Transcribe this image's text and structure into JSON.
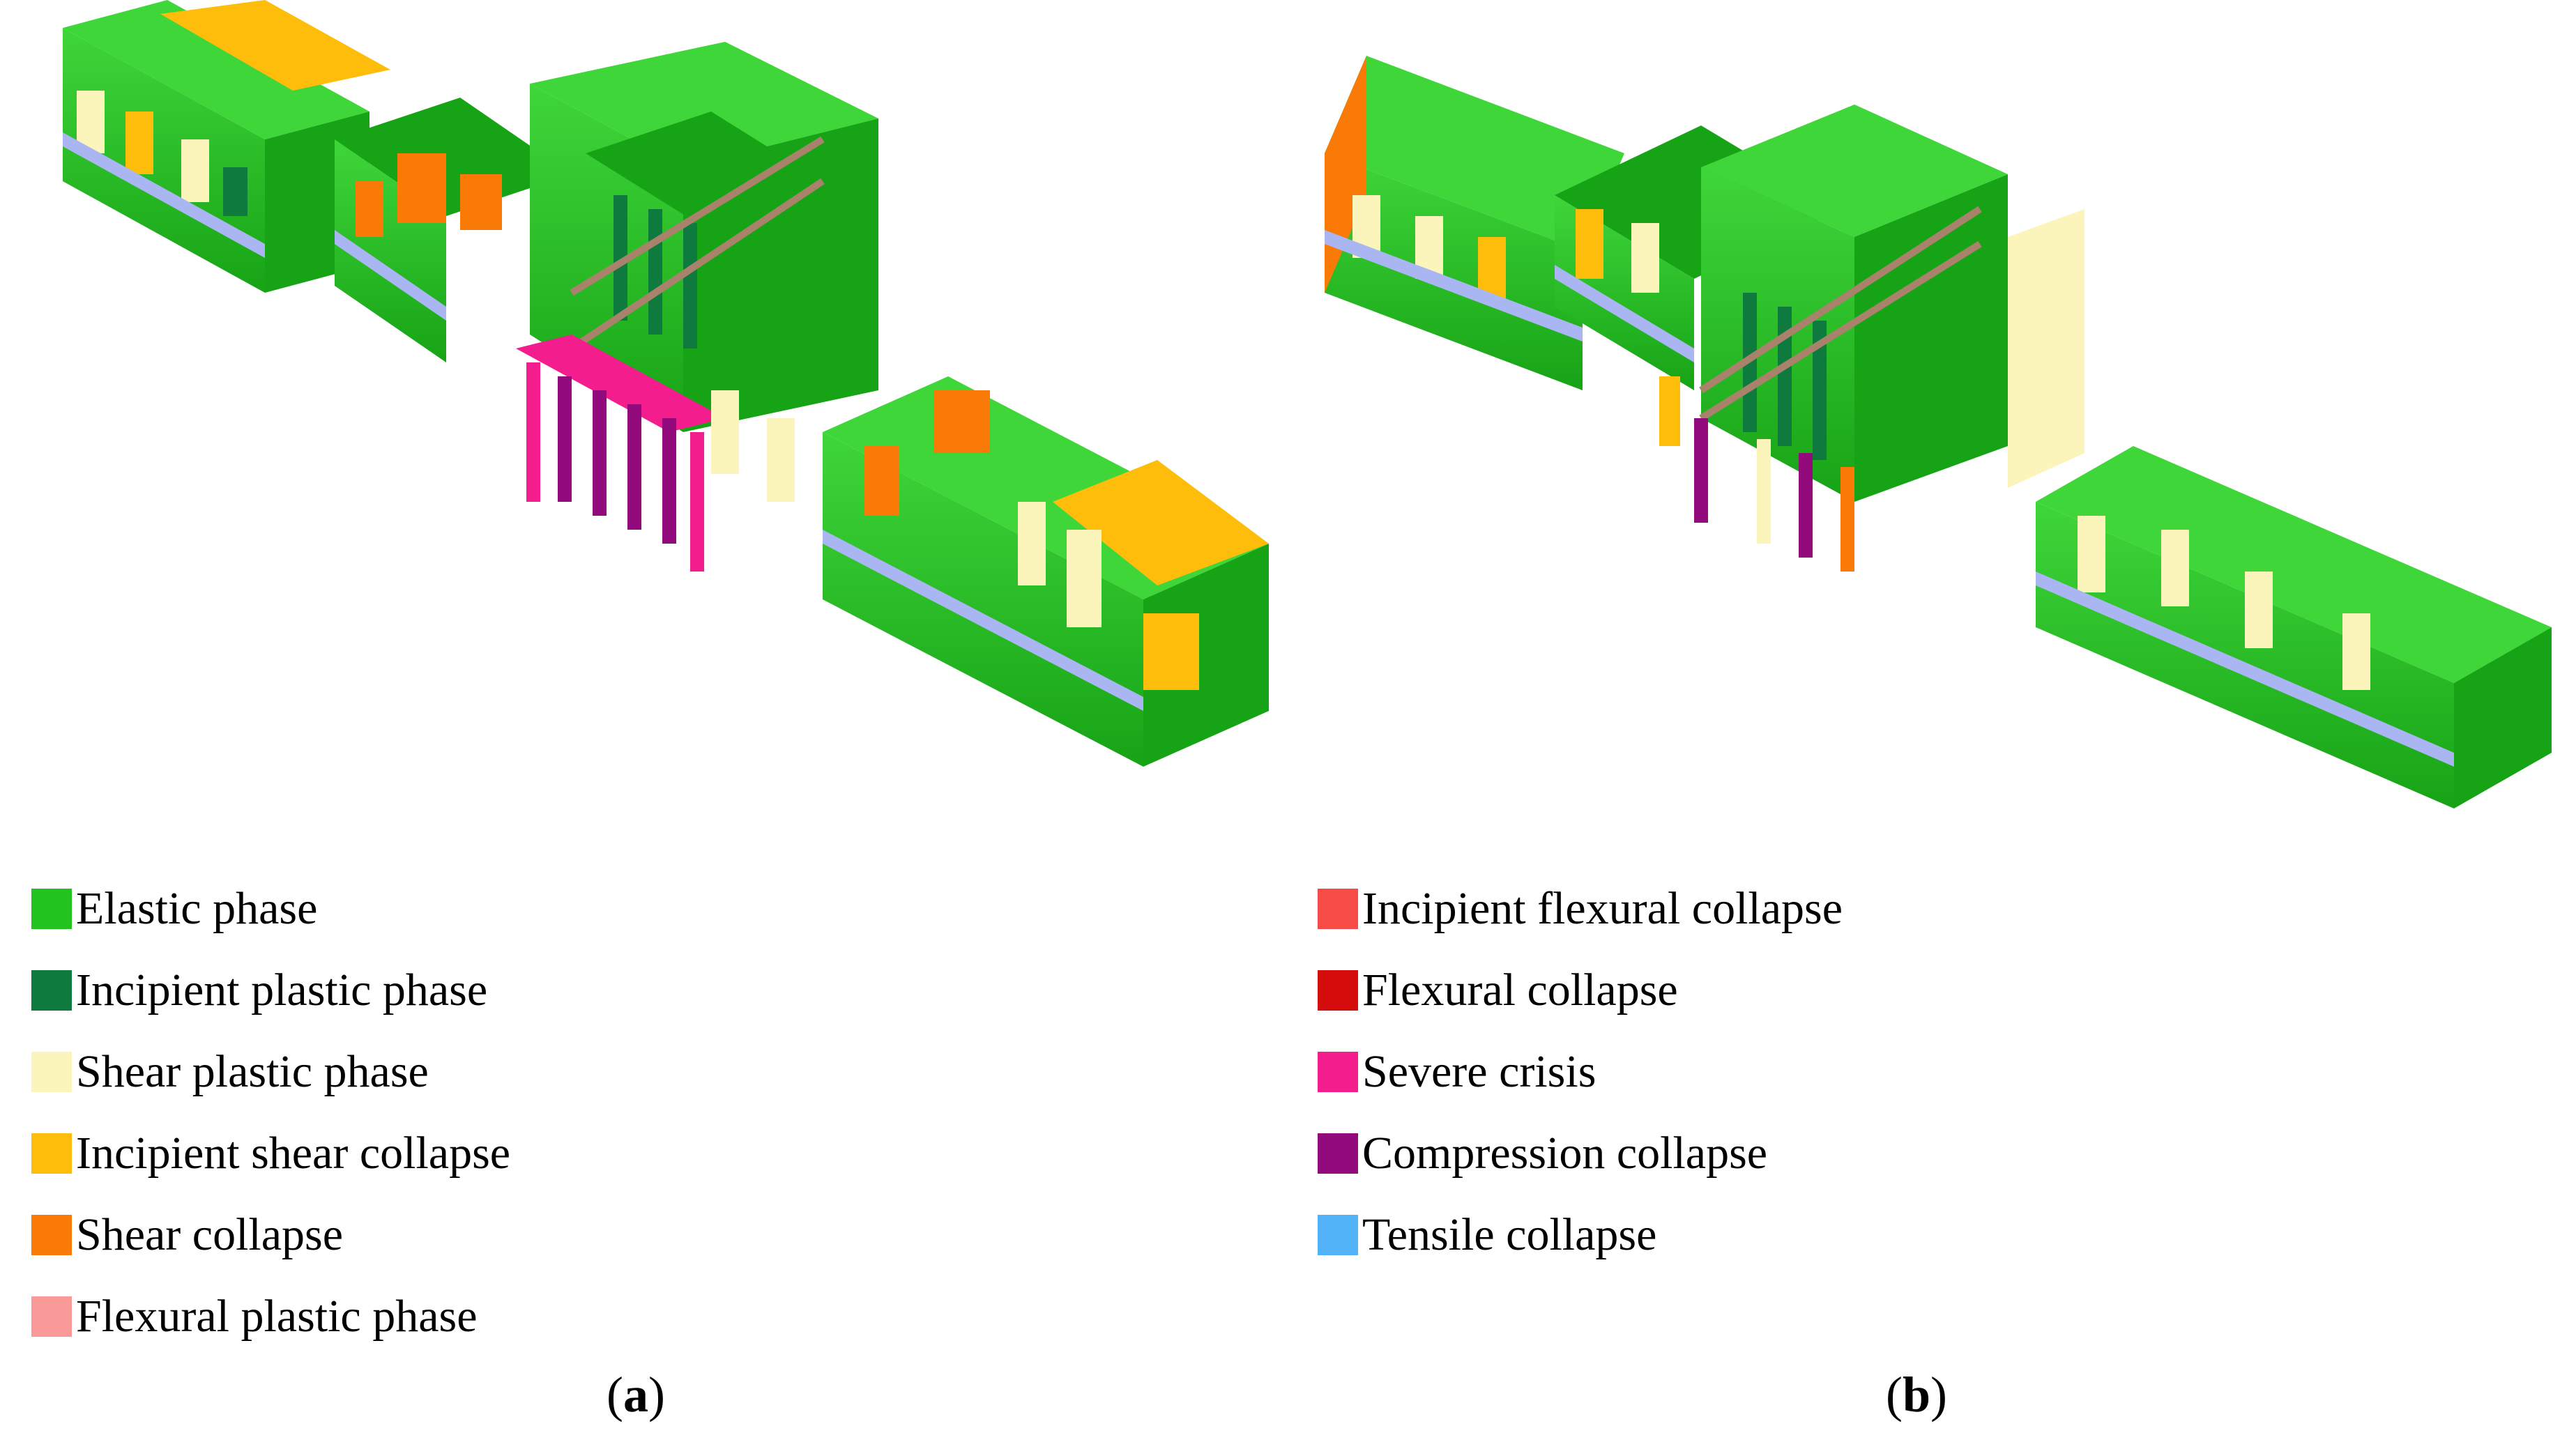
{
  "legend_left": [
    {
      "label": "Elastic phase",
      "color": "#22c31e"
    },
    {
      "label": "Incipient plastic phase",
      "color": "#0f7a3e"
    },
    {
      "label": "Shear plastic phase",
      "color": "#fbf4bb"
    },
    {
      "label": "Incipient shear collapse",
      "color": "#fdbd0a"
    },
    {
      "label": "Shear collapse",
      "color": "#fa7a08"
    },
    {
      "label": "Flexural plastic phase",
      "color": "#f99a98"
    }
  ],
  "legend_right": [
    {
      "label": "Incipient flexural collapse",
      "color": "#f74b48"
    },
    {
      "label": "Flexural collapse",
      "color": "#d40c0c"
    },
    {
      "label": "Severe crisis",
      "color": "#f41d8e"
    },
    {
      "label": "Compression collapse",
      "color": "#930a7c"
    },
    {
      "label": "Tensile collapse",
      "color": "#52b3f8"
    }
  ],
  "captions": {
    "a": {
      "open": "(",
      "letter": "a",
      "close": ")"
    },
    "b": {
      "open": "(",
      "letter": "b",
      "close": ")"
    }
  },
  "colors": {
    "elastic": "#22c31e",
    "elastic_dark": "#17a316",
    "elastic_light": "#3fd63a",
    "lintel": "#aab6f2",
    "truss": "#a8826a"
  }
}
